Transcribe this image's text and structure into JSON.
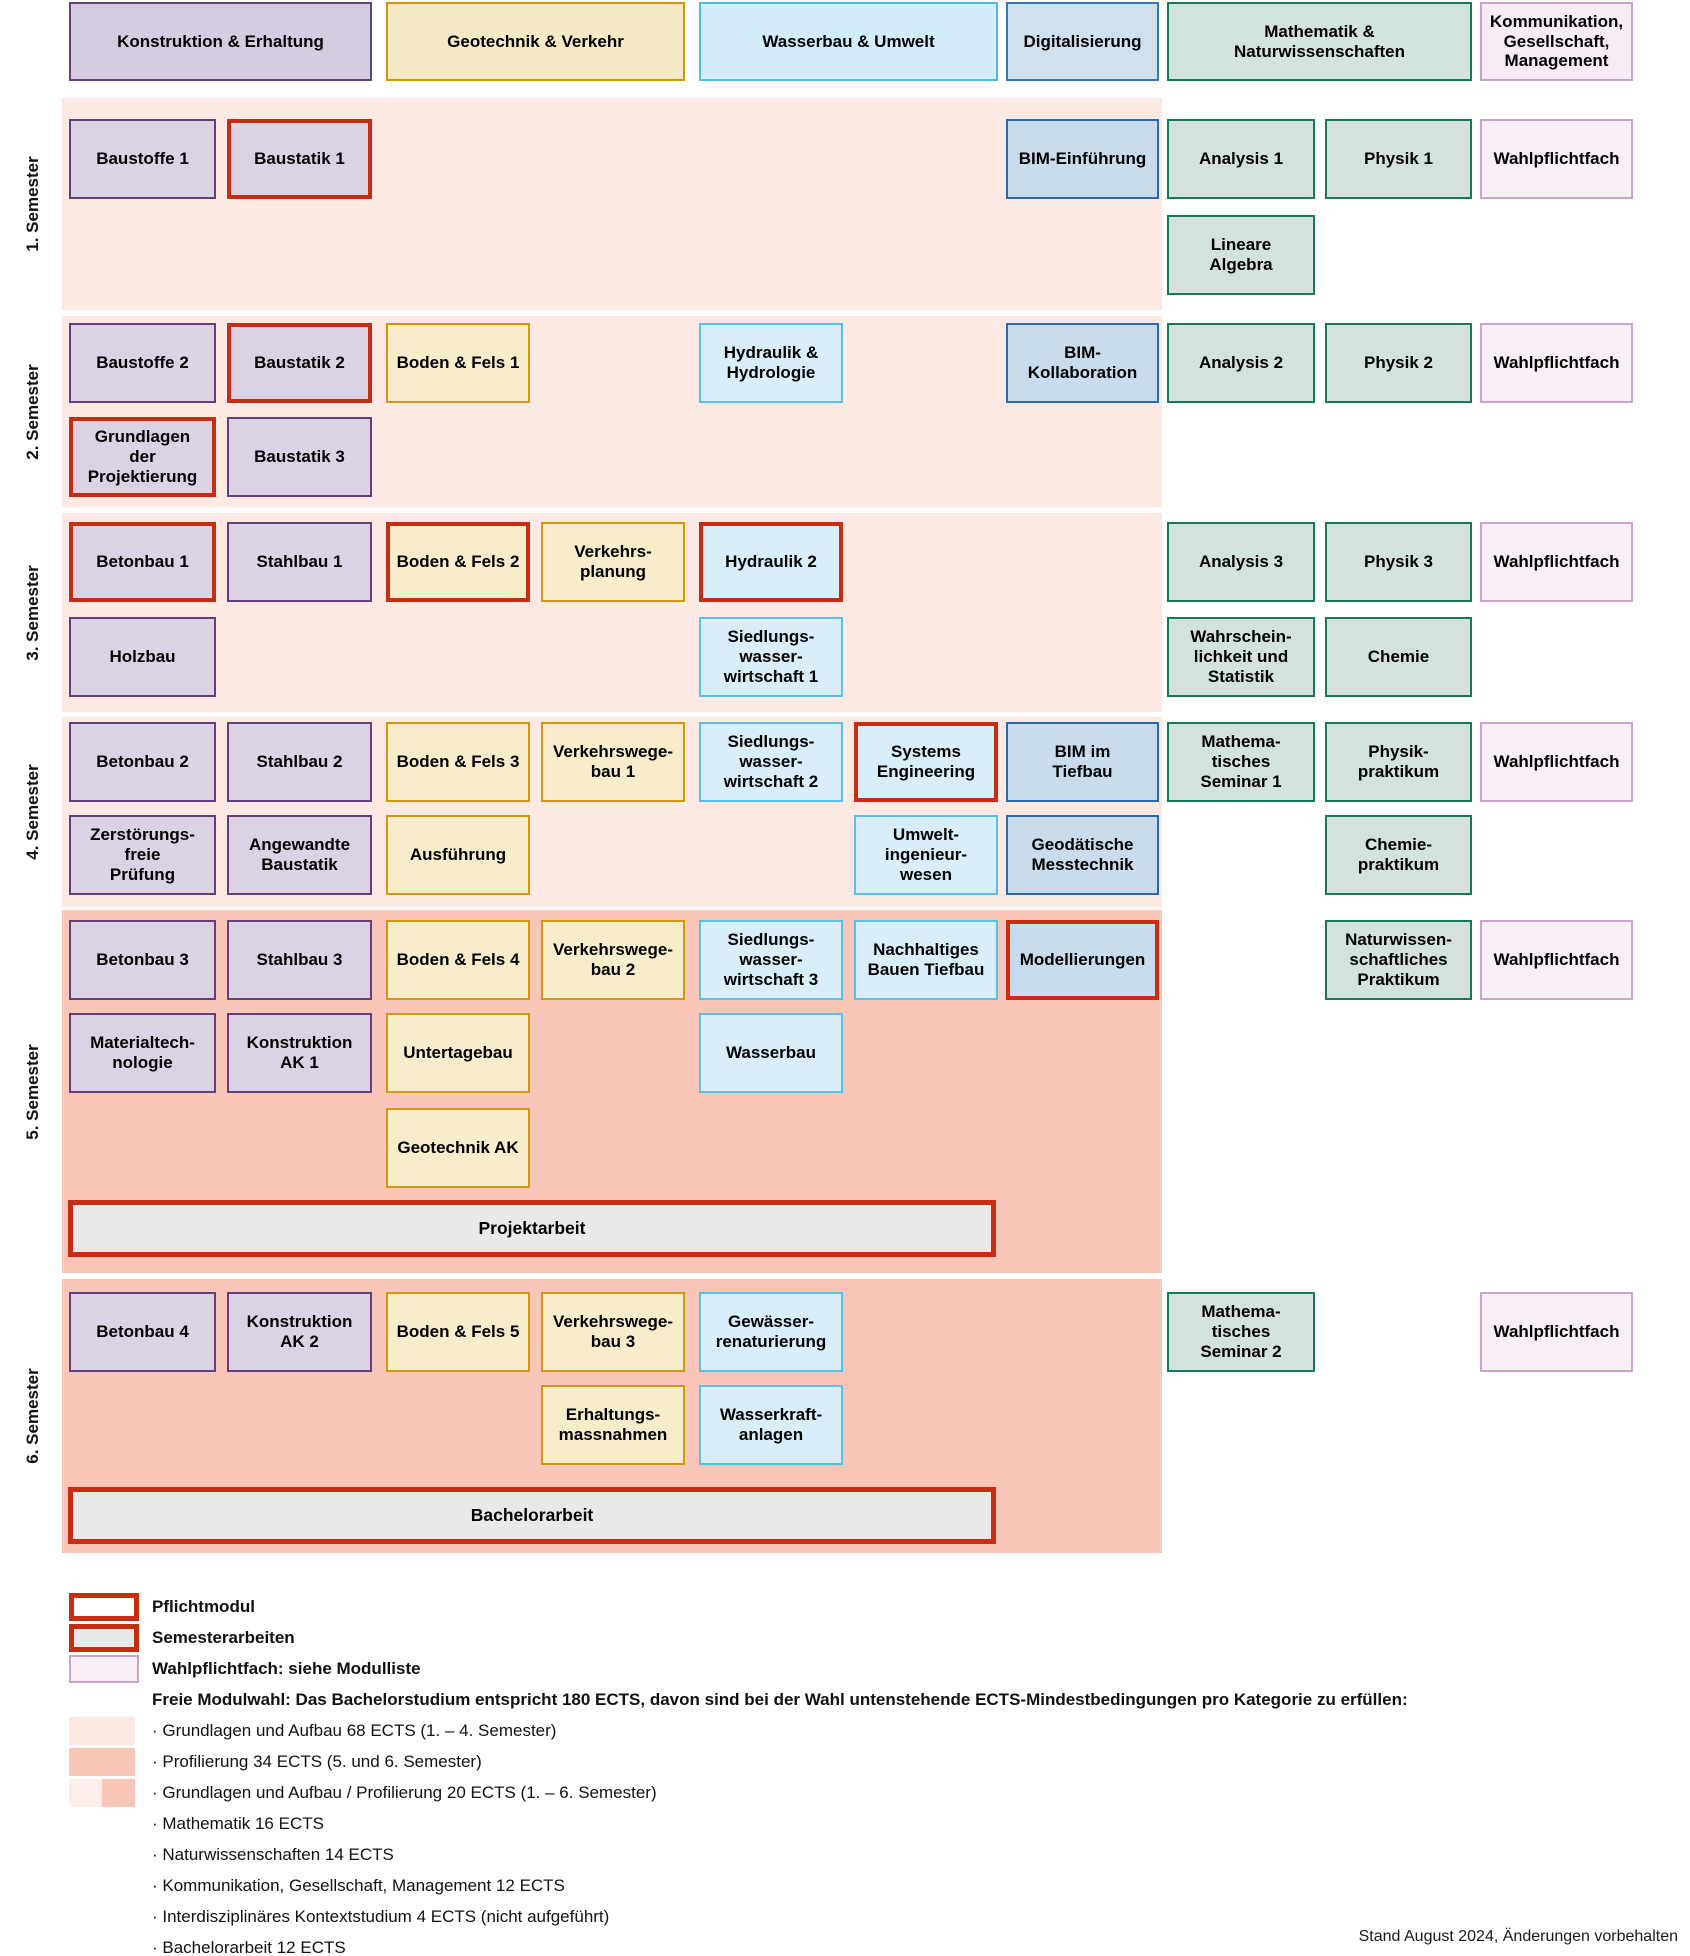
{
  "palette": {
    "red_border": "#c62d13",
    "gray_fill": "#e9e9e9",
    "band_light": "#fce9e4",
    "band_dark": "#f7c6b9",
    "purple_fill": "#dbd2e4",
    "purple_border": "#653f7c",
    "tan_fill": "#f7edcb",
    "tan_border": "#d3970f",
    "lightblue_fill": "#d8eefa",
    "lightblue_border": "#5ac0e7",
    "blue_fill": "#c8dcee",
    "blue_border": "#2a6cab",
    "green_fill": "#d3e3db",
    "green_border": "#177a57",
    "pink_fill": "#f7eef6",
    "pink_border": "#cba4ce"
  },
  "categories": [
    {
      "id": "konstruktion",
      "label": "Konstruktion & Erhaltung",
      "color": "purple"
    },
    {
      "id": "geotechnik",
      "label": "Geotechnik & Verkehr",
      "color": "tan"
    },
    {
      "id": "wasserbau",
      "label": "Wasserbau & Umwelt",
      "color": "lightblue"
    },
    {
      "id": "digitalisierung",
      "label": "Digitalisierung",
      "color": "blue"
    },
    {
      "id": "mathematik",
      "label": "Mathematik &\nNaturwissenschaften",
      "color": "green"
    },
    {
      "id": "kommunikation",
      "label": "Kommunikation,\nGesellschaft,\nManagement",
      "color": "pinkc"
    }
  ],
  "semesters": [
    {
      "label": "1. Semester",
      "shade": "light"
    },
    {
      "label": "2. Semester",
      "shade": "light"
    },
    {
      "label": "3. Semester",
      "shade": "light"
    },
    {
      "label": "4. Semester",
      "shade": "light"
    },
    {
      "label": "5. Semester",
      "shade": "dark"
    },
    {
      "label": "6. Semester",
      "shade": "dark"
    }
  ],
  "modules": [
    {
      "label": "Baustoffe 1",
      "color": "purple",
      "sem": 1,
      "row": 1,
      "col": "A1"
    },
    {
      "label": "Baustatik 1",
      "color": "purple",
      "sem": 1,
      "row": 1,
      "col": "A2",
      "red": true
    },
    {
      "label": "BIM-Einführung",
      "color": "blue",
      "sem": 1,
      "row": 1,
      "col": "D"
    },
    {
      "label": "Analysis 1",
      "color": "green",
      "sem": 1,
      "row": 1,
      "col": "E1"
    },
    {
      "label": "Physik 1",
      "color": "green",
      "sem": 1,
      "row": 1,
      "col": "E2"
    },
    {
      "label": "Wahlpflichtfach",
      "color": "pinkc",
      "sem": 1,
      "row": 1,
      "col": "F"
    },
    {
      "label": "Lineare\nAlgebra",
      "color": "green",
      "sem": 1,
      "row": 2,
      "col": "E1"
    },
    {
      "label": "Baustoffe 2",
      "color": "purple",
      "sem": 2,
      "row": 1,
      "col": "A1"
    },
    {
      "label": "Baustatik 2",
      "color": "purple",
      "sem": 2,
      "row": 1,
      "col": "A2",
      "red": true
    },
    {
      "label": "Boden & Fels 1",
      "color": "tan",
      "sem": 2,
      "row": 1,
      "col": "B1"
    },
    {
      "label": "Hydraulik &\nHydrologie",
      "color": "lightblue",
      "sem": 2,
      "row": 1,
      "col": "C1"
    },
    {
      "label": "BIM-\nKollaboration",
      "color": "blue",
      "sem": 2,
      "row": 1,
      "col": "D"
    },
    {
      "label": "Analysis 2",
      "color": "green",
      "sem": 2,
      "row": 1,
      "col": "E1"
    },
    {
      "label": "Physik 2",
      "color": "green",
      "sem": 2,
      "row": 1,
      "col": "E2"
    },
    {
      "label": "Wahlpflichtfach",
      "color": "pinkc",
      "sem": 2,
      "row": 1,
      "col": "F"
    },
    {
      "label": "Grundlagen\nder\nProjektierung",
      "color": "purple",
      "sem": 2,
      "row": 2,
      "col": "A1",
      "red": true
    },
    {
      "label": "Baustatik 3",
      "color": "purple",
      "sem": 2,
      "row": 2,
      "col": "A2"
    },
    {
      "label": "Betonbau 1",
      "color": "purple",
      "sem": 3,
      "row": 1,
      "col": "A1",
      "red": true
    },
    {
      "label": "Stahlbau 1",
      "color": "purple",
      "sem": 3,
      "row": 1,
      "col": "A2"
    },
    {
      "label": "Boden & Fels 2",
      "color": "tan",
      "sem": 3,
      "row": 1,
      "col": "B1",
      "red": true
    },
    {
      "label": "Verkehrs-\nplanung",
      "color": "tan",
      "sem": 3,
      "row": 1,
      "col": "B2"
    },
    {
      "label": "Hydraulik 2",
      "color": "lightblue",
      "sem": 3,
      "row": 1,
      "col": "C1",
      "red": true
    },
    {
      "label": "Analysis 3",
      "color": "green",
      "sem": 3,
      "row": 1,
      "col": "E1"
    },
    {
      "label": "Physik 3",
      "color": "green",
      "sem": 3,
      "row": 1,
      "col": "E2"
    },
    {
      "label": "Wahlpflichtfach",
      "color": "pinkc",
      "sem": 3,
      "row": 1,
      "col": "F"
    },
    {
      "label": "Holzbau",
      "color": "purple",
      "sem": 3,
      "row": 2,
      "col": "A1"
    },
    {
      "label": "Siedlungs-\nwasser-\nwirtschaft 1",
      "color": "lightblue",
      "sem": 3,
      "row": 2,
      "col": "C1"
    },
    {
      "label": "Wahrschein-\nlichkeit und\nStatistik",
      "color": "green",
      "sem": 3,
      "row": 2,
      "col": "E1"
    },
    {
      "label": "Chemie",
      "color": "green",
      "sem": 3,
      "row": 2,
      "col": "E2"
    },
    {
      "label": "Betonbau 2",
      "color": "purple",
      "sem": 4,
      "row": 1,
      "col": "A1"
    },
    {
      "label": "Stahlbau 2",
      "color": "purple",
      "sem": 4,
      "row": 1,
      "col": "A2"
    },
    {
      "label": "Boden & Fels 3",
      "color": "tan",
      "sem": 4,
      "row": 1,
      "col": "B1"
    },
    {
      "label": "Verkehrswege-\nbau 1",
      "color": "tan",
      "sem": 4,
      "row": 1,
      "col": "B2"
    },
    {
      "label": "Siedlungs-\nwasser-\nwirtschaft 2",
      "color": "lightblue",
      "sem": 4,
      "row": 1,
      "col": "C1"
    },
    {
      "label": "Systems\nEngineering",
      "color": "lightblue",
      "sem": 4,
      "row": 1,
      "col": "C2",
      "red": true
    },
    {
      "label": "BIM im\nTiefbau",
      "color": "blue",
      "sem": 4,
      "row": 1,
      "col": "D"
    },
    {
      "label": "Mathema-\ntisches\nSeminar 1",
      "color": "green",
      "sem": 4,
      "row": 1,
      "col": "E1"
    },
    {
      "label": "Physik-\npraktikum",
      "color": "green",
      "sem": 4,
      "row": 1,
      "col": "E2"
    },
    {
      "label": "Wahlpflichtfach",
      "color": "pinkc",
      "sem": 4,
      "row": 1,
      "col": "F"
    },
    {
      "label": "Zerstörungs-\nfreie\nPrüfung",
      "color": "purple",
      "sem": 4,
      "row": 2,
      "col": "A1"
    },
    {
      "label": "Angewandte\nBaustatik",
      "color": "purple",
      "sem": 4,
      "row": 2,
      "col": "A2"
    },
    {
      "label": "Ausführung",
      "color": "tan",
      "sem": 4,
      "row": 2,
      "col": "B1"
    },
    {
      "label": "Umwelt-\ningenieur-\nwesen",
      "color": "lightblue",
      "sem": 4,
      "row": 2,
      "col": "C2"
    },
    {
      "label": "Geodätische\nMesstechnik",
      "color": "blue",
      "sem": 4,
      "row": 2,
      "col": "D"
    },
    {
      "label": "Chemie-\npraktikum",
      "color": "green",
      "sem": 4,
      "row": 2,
      "col": "E2"
    },
    {
      "label": "Betonbau 3",
      "color": "purple",
      "sem": 5,
      "row": 1,
      "col": "A1"
    },
    {
      "label": "Stahlbau 3",
      "color": "purple",
      "sem": 5,
      "row": 1,
      "col": "A2"
    },
    {
      "label": "Boden & Fels 4",
      "color": "tan",
      "sem": 5,
      "row": 1,
      "col": "B1"
    },
    {
      "label": "Verkehrswege-\nbau 2",
      "color": "tan",
      "sem": 5,
      "row": 1,
      "col": "B2"
    },
    {
      "label": "Siedlungs-\nwasser-\nwirtschaft 3",
      "color": "lightblue",
      "sem": 5,
      "row": 1,
      "col": "C1"
    },
    {
      "label": "Nachhaltiges\nBauen Tiefbau",
      "color": "lightblue",
      "sem": 5,
      "row": 1,
      "col": "C2"
    },
    {
      "label": "Modellierungen",
      "color": "blue",
      "sem": 5,
      "row": 1,
      "col": "D",
      "red": true
    },
    {
      "label": "Naturwissen-\nschaftliches\nPraktikum",
      "color": "green",
      "sem": 5,
      "row": 1,
      "col": "E2"
    },
    {
      "label": "Wahlpflichtfach",
      "color": "pinkc",
      "sem": 5,
      "row": 1,
      "col": "F"
    },
    {
      "label": "Materialtech-\nnologie",
      "color": "purple",
      "sem": 5,
      "row": 2,
      "col": "A1"
    },
    {
      "label": "Konstruktion\nAK 1",
      "color": "purple",
      "sem": 5,
      "row": 2,
      "col": "A2"
    },
    {
      "label": "Untertagebau",
      "color": "tan",
      "sem": 5,
      "row": 2,
      "col": "B1"
    },
    {
      "label": "Wasserbau",
      "color": "lightblue",
      "sem": 5,
      "row": 2,
      "col": "C1"
    },
    {
      "label": "Geotechnik AK",
      "color": "tan",
      "sem": 5,
      "row": 3,
      "col": "B1"
    },
    {
      "label": "Betonbau 4",
      "color": "purple",
      "sem": 6,
      "row": 1,
      "col": "A1"
    },
    {
      "label": "Konstruktion\nAK 2",
      "color": "purple",
      "sem": 6,
      "row": 1,
      "col": "A2"
    },
    {
      "label": "Boden & Fels 5",
      "color": "tan",
      "sem": 6,
      "row": 1,
      "col": "B1"
    },
    {
      "label": "Verkehrswege-\nbau 3",
      "color": "tan",
      "sem": 6,
      "row": 1,
      "col": "B2"
    },
    {
      "label": "Gewässer-\nrenaturierung",
      "color": "lightblue",
      "sem": 6,
      "row": 1,
      "col": "C1"
    },
    {
      "label": "Mathema-\ntisches\nSeminar 2",
      "color": "green",
      "sem": 6,
      "row": 1,
      "col": "E1"
    },
    {
      "label": "Wahlpflichtfach",
      "color": "pinkc",
      "sem": 6,
      "row": 1,
      "col": "F"
    },
    {
      "label": "Erhaltungs-\nmassnahmen",
      "color": "tan",
      "sem": 6,
      "row": 2,
      "col": "B2"
    },
    {
      "label": "Wasserkraft-\nanlagen",
      "color": "lightblue",
      "sem": 6,
      "row": 2,
      "col": "C1"
    }
  ],
  "bars": [
    {
      "label": "Projektarbeit",
      "sem": 5
    },
    {
      "label": "Bachelorarbeit",
      "sem": 6
    }
  ],
  "legend": {
    "items": [
      {
        "swatch": "pflicht",
        "label": "Pflichtmodul"
      },
      {
        "swatch": "sem",
        "label": "Semesterarbeiten"
      },
      {
        "swatch": "wahl",
        "label": "Wahlpflichtfach: siehe Modulliste"
      }
    ],
    "intro": "Freie Modulwahl: Das Bachelorstudium entspricht 180 ECTS, davon sind bei der Wahl untenstehende ECTS-Mindestbedingungen pro Kategorie zu erfüllen:",
    "bullets": [
      {
        "swatch": "light",
        "label": "· Grundlagen und Aufbau 68 ECTS (1. – 4. Semester)"
      },
      {
        "swatch": "dark",
        "label": "· Profilierung 34 ECTS (5. und 6. Semester)"
      },
      {
        "swatch": "split",
        "label": "· Grundlagen und Aufbau / Profilierung 20 ECTS (1. – 6. Semester)"
      },
      {
        "label": "· Mathematik 16 ECTS"
      },
      {
        "label": "· Naturwissenschaften 14 ECTS"
      },
      {
        "label": "· Kommunikation, Gesellschaft, Management 12 ECTS"
      },
      {
        "label": "· Interdisziplinäres Kontextstudium 4 ECTS (nicht aufgeführt)"
      },
      {
        "label": "· Bachelorarbeit 12 ECTS"
      }
    ]
  },
  "footnote": "Stand August 2024, Änderungen vorbehalten"
}
